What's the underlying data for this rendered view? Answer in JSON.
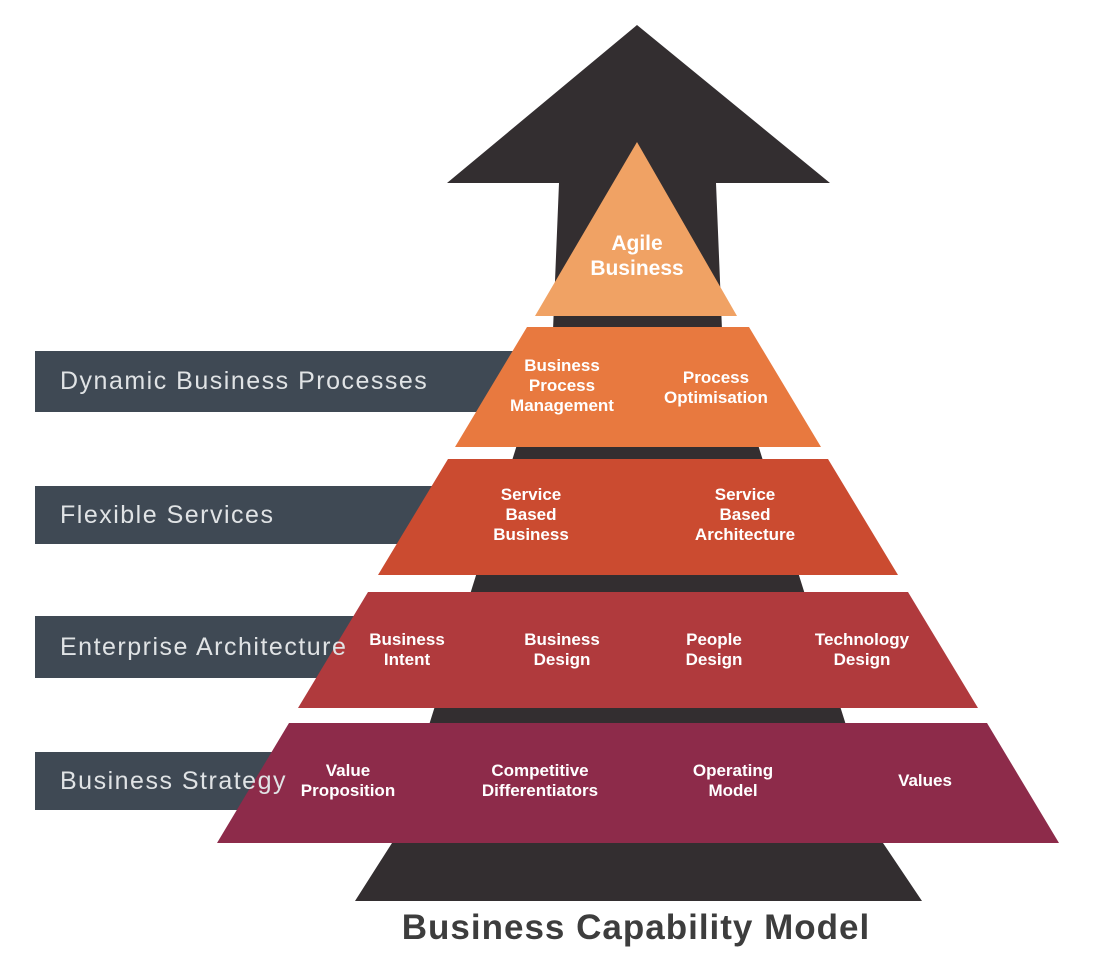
{
  "title": "Business Capability Model",
  "colors": {
    "arrow": "#332E30",
    "apex": "#F0A264",
    "level2": "#E8793F",
    "level3": "#CB4B30",
    "level4": "#B03A3D",
    "level5": "#8D2B4A",
    "row_label_bg": "#3F4954",
    "row_label_text": "#E0E3E5",
    "segment_text": "#FFFFFF",
    "title_text": "#3D3D3D"
  },
  "apex": {
    "label": "Agile Business"
  },
  "rows": [
    {
      "label": "Dynamic Business Processes",
      "segments": [
        "Business Process Management",
        "Process Optimisation"
      ]
    },
    {
      "label": "Flexible Services",
      "segments": [
        "Service Based Business",
        "Service Based Architecture"
      ]
    },
    {
      "label": "Enterprise Architecture",
      "segments": [
        "Business Intent",
        "Business Design",
        "People Design",
        "Technology Design"
      ]
    },
    {
      "label": "Business Strategy",
      "segments": [
        "Value Proposition",
        "Competitive Differentiators",
        "Operating Model",
        "Values"
      ]
    }
  ]
}
